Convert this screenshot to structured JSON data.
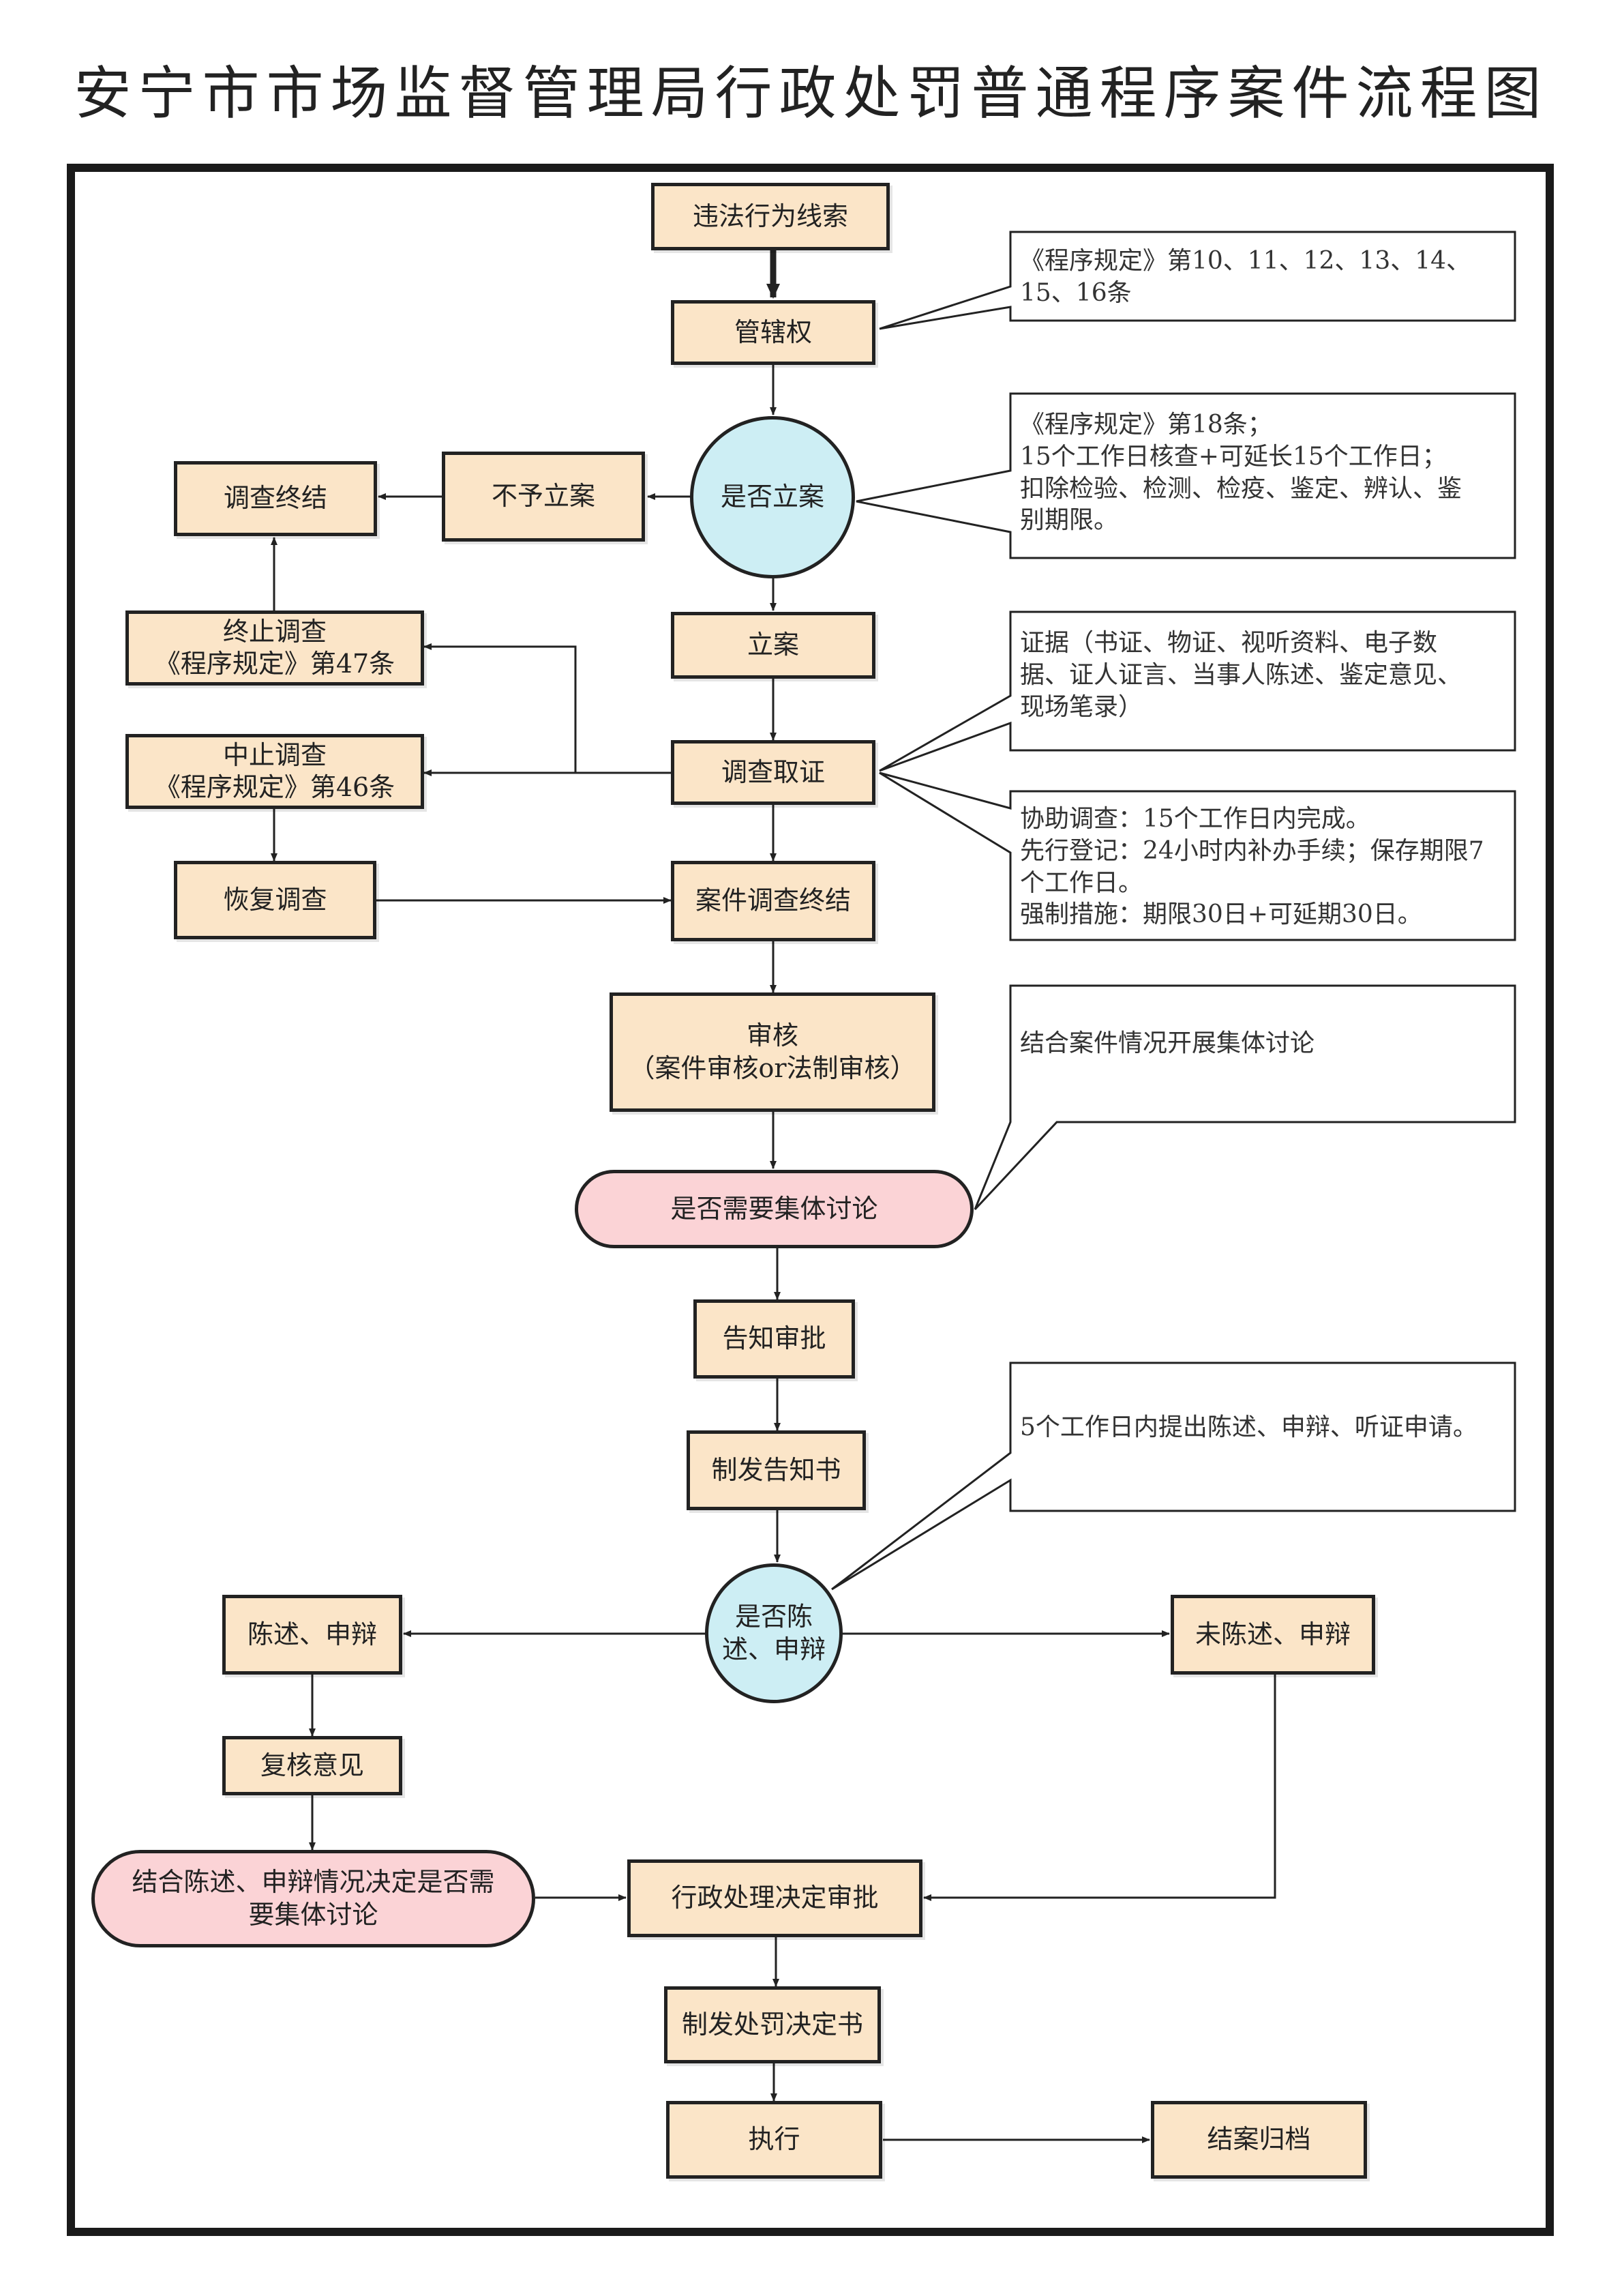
{
  "title": "安宁市市场监督管理局行政处罚普通程序案件流程图",
  "nodes": {
    "clue": "违法行为线索",
    "jurisdiction": "管辖权",
    "register_q": "是否立案",
    "not_register": "不予立案",
    "investigation_end": "调查终结",
    "terminate": "终止调查\n《程序规定》第47条",
    "register": "立案",
    "evidence": "调查取证",
    "suspend": "中止调查\n《程序规定》第46条",
    "resume": "恢复调查",
    "case_end": "案件调查终结",
    "review": "审核\n（案件审核or法制审核）",
    "collective_q": "是否需要集体讨论",
    "notify_approve": "告知审批",
    "notify_doc": "制发告知书",
    "statement_q": "是否陈\n述、申辩",
    "statement": "陈述、申辩",
    "no_statement": "未陈述、申辩",
    "recheck": "复核意见",
    "combined": "结合陈述、申辩情况决定是否需\n要集体讨论",
    "decision_approve": "行政处理决定审批",
    "penalty_doc": "制发处罚决定书",
    "execute": "执行",
    "archive": "结案归档"
  },
  "notes": {
    "n1": "《程序规定》第10、11、12、13、14、\n15、16条",
    "n2": "《程序规定》第18条；\n15个工作日核查+可延长15个工作日；\n扣除检验、检测、检疫、鉴定、辨认、鉴\n别期限。",
    "n3": "证据（书证、物证、视听资料、电子数\n据、证人证言、当事人陈述、鉴定意见、\n现场笔录）",
    "n4": "协助调查：15个工作日内完成。\n先行登记：24小时内补办手续；保存期限7\n个工作日。\n强制措施：期限30日+可延期30日。",
    "n5": "结合案件情况开展集体讨论",
    "n6": "5个工作日内提出陈述、申辩、听证申请。"
  },
  "colors": {
    "box_fill": "#fbe5c8",
    "decision_fill": "#cdeef4",
    "discussion_fill": "#fbd3d6",
    "stroke": "#222222"
  }
}
